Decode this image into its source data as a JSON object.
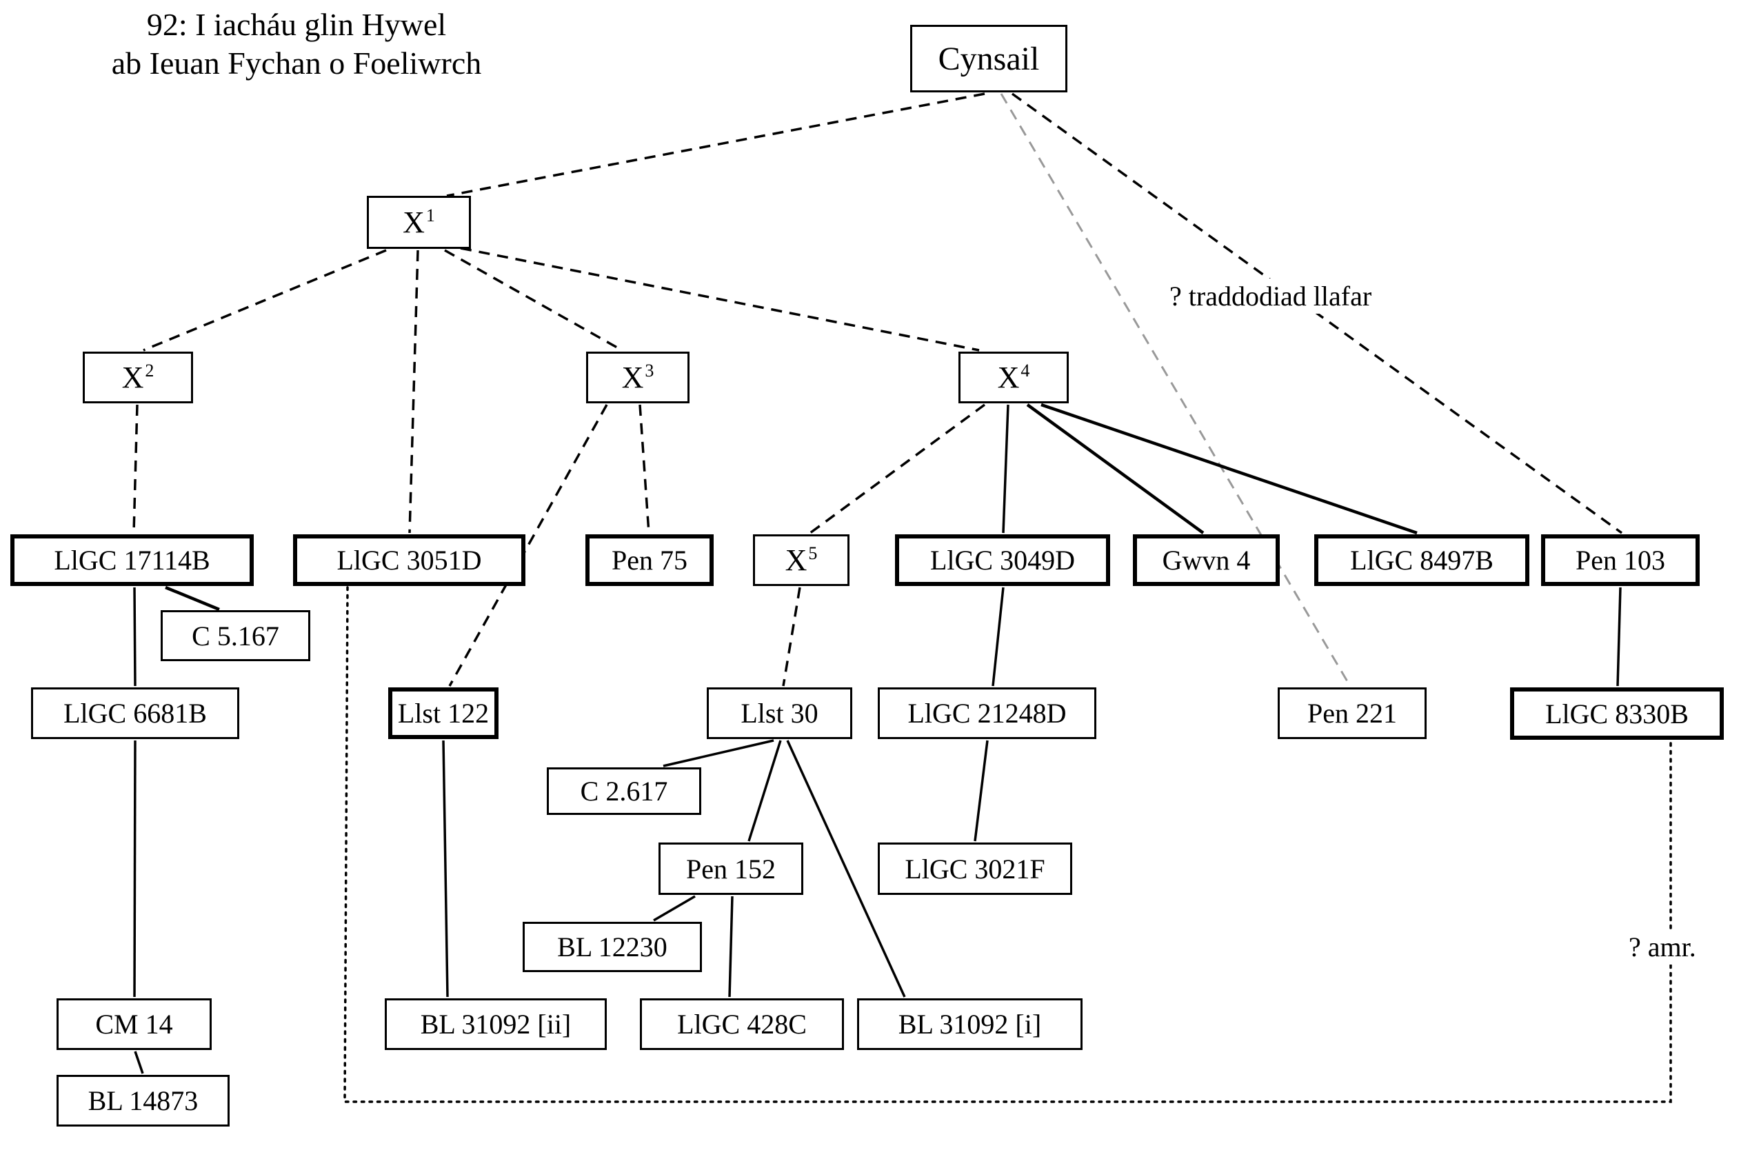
{
  "title": {
    "line1": "92: I iacháu glin Hywel",
    "line2": "ab Ieuan Fychan o Foeliwrch"
  },
  "annotations": {
    "oral_tradition": "? traddodiad llafar",
    "variant": "? amr."
  },
  "colors": {
    "line": "#000000",
    "gray_line": "#999999",
    "background": "#ffffff"
  },
  "nodes": {
    "cynsail": {
      "label": "Cynsail",
      "sup": ""
    },
    "x1": {
      "label": "X",
      "sup": "1"
    },
    "x2": {
      "label": "X",
      "sup": "2"
    },
    "x3": {
      "label": "X",
      "sup": "3"
    },
    "x4": {
      "label": "X",
      "sup": "4"
    },
    "x5": {
      "label": "X",
      "sup": "5"
    },
    "llgc17114b": {
      "label": "LlGC 17114B",
      "sup": ""
    },
    "llgc3051d": {
      "label": "LlGC 3051D",
      "sup": ""
    },
    "pen75": {
      "label": "Pen 75",
      "sup": ""
    },
    "llgc3049d": {
      "label": "LlGC 3049D",
      "sup": ""
    },
    "gwvn4": {
      "label": "Gwvn 4",
      "sup": ""
    },
    "llgc8497b": {
      "label": "LlGC 8497B",
      "sup": ""
    },
    "pen103": {
      "label": "Pen 103",
      "sup": ""
    },
    "c5167": {
      "label": "C 5.167",
      "sup": ""
    },
    "llgc6681b": {
      "label": "LlGC 6681B",
      "sup": ""
    },
    "llst122": {
      "label": "Llst 122",
      "sup": ""
    },
    "llst30": {
      "label": "Llst 30",
      "sup": ""
    },
    "llgc21248d": {
      "label": "LlGC 21248D",
      "sup": ""
    },
    "pen221": {
      "label": "Pen 221",
      "sup": ""
    },
    "llgc8330b": {
      "label": "LlGC 8330B",
      "sup": ""
    },
    "c2617": {
      "label": "C 2.617",
      "sup": ""
    },
    "pen152": {
      "label": "Pen 152",
      "sup": ""
    },
    "llgc3021f": {
      "label": "LlGC 3021F",
      "sup": ""
    },
    "bl12230": {
      "label": "BL 12230",
      "sup": ""
    },
    "cm14": {
      "label": "CM 14",
      "sup": ""
    },
    "bl31092ii": {
      "label": "BL 31092 [ii]",
      "sup": ""
    },
    "llgc428c": {
      "label": "LlGC 428C",
      "sup": ""
    },
    "bl31092i": {
      "label": "BL 31092 [i]",
      "sup": ""
    },
    "bl14873": {
      "label": "BL 14873",
      "sup": ""
    }
  },
  "edges": [
    {
      "from": "Cynsail",
      "to": "X1",
      "style": "dashed"
    },
    {
      "from": "Cynsail",
      "to": "Pen 103",
      "style": "dashed",
      "label": "? traddodiad llafar"
    },
    {
      "from": "Cynsail",
      "to": "Pen 221",
      "style": "dashed-gray"
    },
    {
      "from": "X1",
      "to": "X2",
      "style": "dashed"
    },
    {
      "from": "X1",
      "to": "LlGC 3051D",
      "style": "dashed"
    },
    {
      "from": "X1",
      "to": "X3",
      "style": "dashed"
    },
    {
      "from": "X1",
      "to": "X4",
      "style": "dashed"
    },
    {
      "from": "X2",
      "to": "LlGC 17114B",
      "style": "dashed"
    },
    {
      "from": "X3",
      "to": "Pen 75",
      "style": "dashed"
    },
    {
      "from": "X3",
      "to": "Llst 122",
      "style": "dashed"
    },
    {
      "from": "X4",
      "to": "X5",
      "style": "dashed"
    },
    {
      "from": "X4",
      "to": "LlGC 3049D",
      "style": "solid"
    },
    {
      "from": "X4",
      "to": "Gwvn 4",
      "style": "solid"
    },
    {
      "from": "X4",
      "to": "LlGC 8497B",
      "style": "solid"
    },
    {
      "from": "X5",
      "to": "Llst 30",
      "style": "dashed"
    },
    {
      "from": "LlGC 17114B",
      "to": "C 5.167",
      "style": "solid"
    },
    {
      "from": "LlGC 17114B",
      "to": "LlGC 6681B",
      "style": "solid"
    },
    {
      "from": "LlGC 6681B",
      "to": "CM 14",
      "style": "solid"
    },
    {
      "from": "CM 14",
      "to": "BL 14873",
      "style": "solid"
    },
    {
      "from": "LlGC 3051D",
      "to": "LlGC 8330B",
      "style": "dotted",
      "label": "? amr."
    },
    {
      "from": "Llst 122",
      "to": "BL 31092 [ii]",
      "style": "solid"
    },
    {
      "from": "Llst 30",
      "to": "C 2.617",
      "style": "solid"
    },
    {
      "from": "Llst 30",
      "to": "Pen 152",
      "style": "solid"
    },
    {
      "from": "Llst 30",
      "to": "BL 31092 [i]",
      "style": "solid"
    },
    {
      "from": "Pen 152",
      "to": "BL 12230",
      "style": "solid"
    },
    {
      "from": "Pen 152",
      "to": "LlGC 428C",
      "style": "solid"
    },
    {
      "from": "LlGC 3049D",
      "to": "LlGC 21248D",
      "style": "solid"
    },
    {
      "from": "LlGC 21248D",
      "to": "LlGC 3021F",
      "style": "solid"
    },
    {
      "from": "Pen 103",
      "to": "LlGC 8330B",
      "style": "solid"
    }
  ]
}
